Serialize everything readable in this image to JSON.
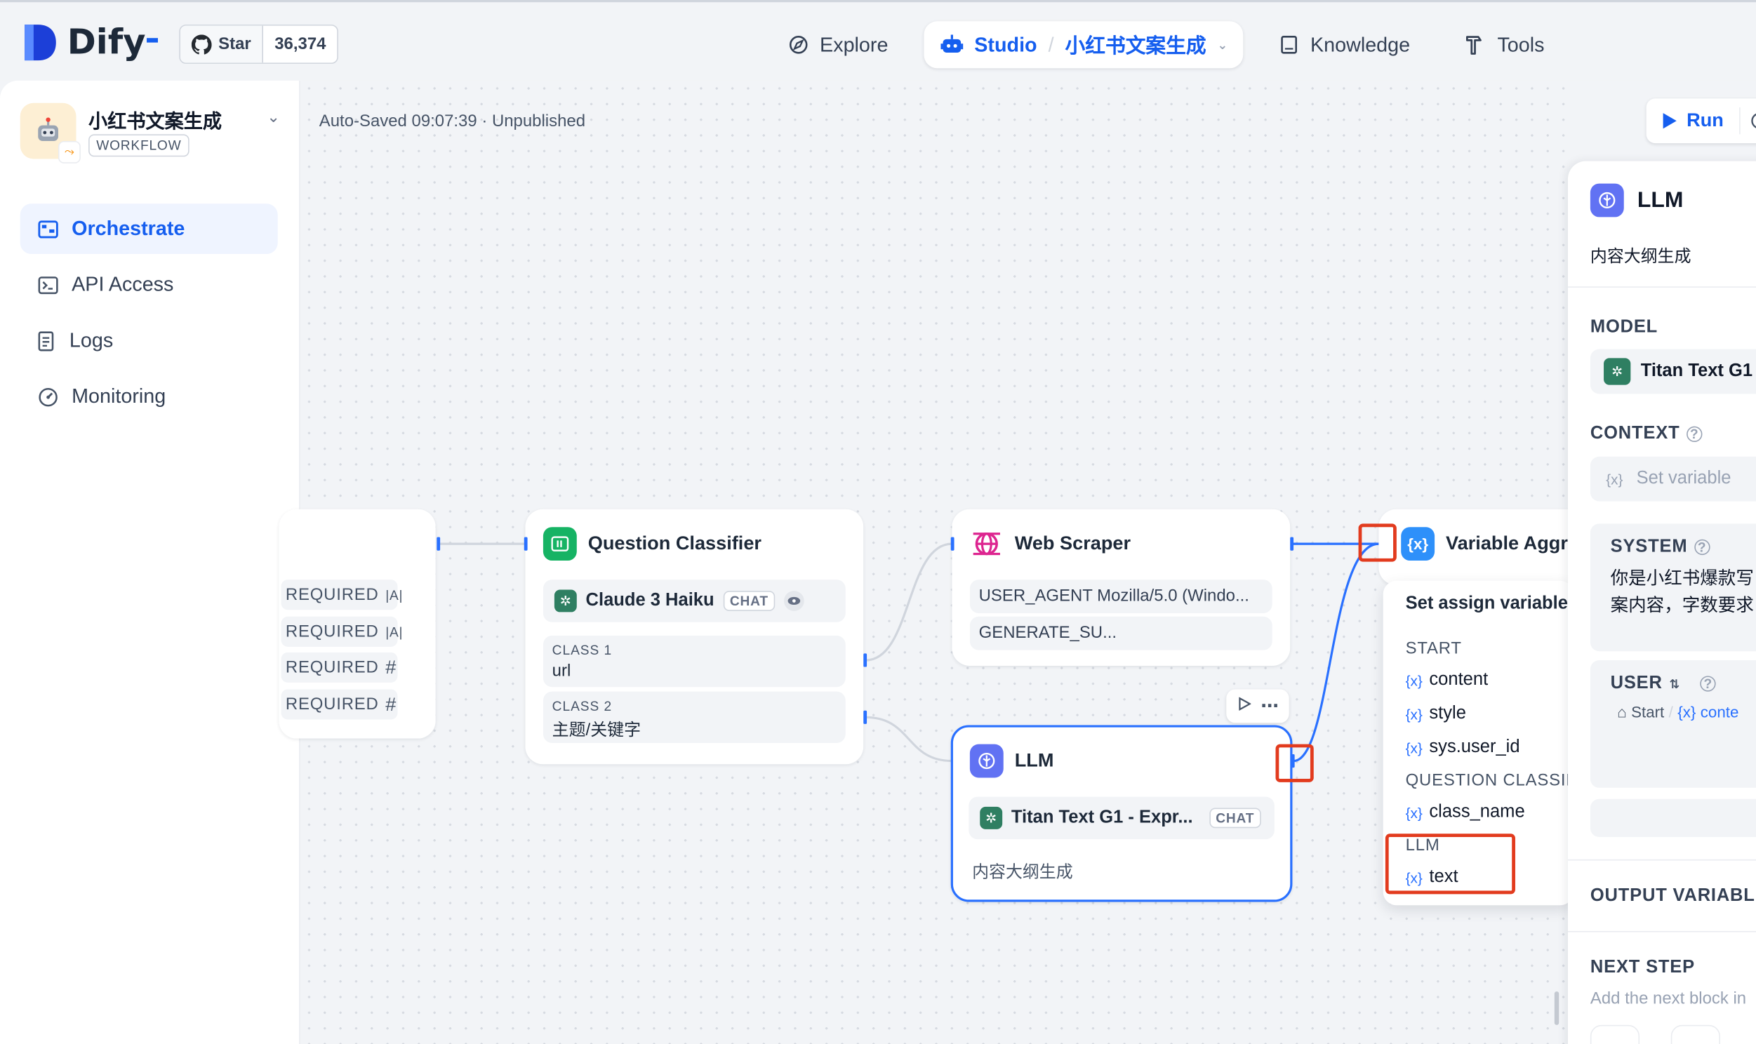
{
  "header": {
    "logo_text": "Dify",
    "github": {
      "star_label": "Star",
      "star_count": "36,374"
    },
    "nav": {
      "explore": "Explore",
      "studio": "Studio",
      "studio_separator": "/",
      "current_app": "小红书文案生成",
      "knowledge": "Knowledge",
      "tools": "Tools"
    }
  },
  "sidebar": {
    "app_name": "小红书文案生成",
    "app_type": "WORKFLOW",
    "items": [
      {
        "label": "Orchestrate",
        "icon": "orchestrate-icon",
        "active": true
      },
      {
        "label": "API Access",
        "icon": "terminal-icon",
        "active": false
      },
      {
        "label": "Logs",
        "icon": "file-list-icon",
        "active": false
      },
      {
        "label": "Monitoring",
        "icon": "dashboard-icon",
        "active": false
      }
    ]
  },
  "canvas": {
    "autosave": "Auto-Saved 09:07:39 · Unpublished",
    "run_label": "Run",
    "start_node": {
      "fields": [
        {
          "label": "REQUIRED",
          "type_icon": "|A|"
        },
        {
          "label": "REQUIRED",
          "type_icon": "|A|"
        },
        {
          "label": "REQUIRED",
          "type_icon": "#"
        },
        {
          "label": "REQUIRED",
          "type_icon": "#"
        }
      ]
    },
    "question_classifier": {
      "title": "Question Classifier",
      "model": "Claude 3 Haiku",
      "model_tag": "CHAT",
      "classes": [
        {
          "label": "CLASS 1",
          "value": "url"
        },
        {
          "label": "CLASS 2",
          "value": "主题/关键字"
        }
      ]
    },
    "web_scraper": {
      "title": "Web Scraper",
      "fields": [
        "USER_AGENT  Mozilla/5.0 (Windo...",
        "GENERATE_SU..."
      ]
    },
    "llm_node": {
      "title": "LLM",
      "model": "Titan Text G1 - Expr...",
      "model_tag": "CHAT",
      "description": "内容大纲生成"
    },
    "variable_aggregator": {
      "title": "Variable Aggre",
      "panel_title": "Set assign variable",
      "sections": [
        {
          "name": "START",
          "vars": [
            "content",
            "style",
            "sys.user_id"
          ]
        },
        {
          "name": "QUESTION CLASSIF",
          "vars": [
            "class_name"
          ]
        },
        {
          "name": "LLM",
          "vars": [
            "text"
          ]
        }
      ],
      "var_icon": "{x}"
    }
  },
  "panel": {
    "title": "LLM",
    "description": "内容大纲生成",
    "model_label": "MODEL",
    "model_value": "Titan Text G1",
    "context_label": "CONTEXT",
    "context_placeholder": "Set variable",
    "system_label": "SYSTEM",
    "system_text": "你是小红书爆款写",
    "system_text2": "案内容，字数要求",
    "user_label": "USER",
    "user_start": "Start",
    "user_var": "conte",
    "output_label": "OUTPUT VARIABLE",
    "next_step_label": "NEXT STEP",
    "next_step_hint": "Add the next block in"
  },
  "colors": {
    "brand": "#155eef",
    "annotation_red": "#e23b1e",
    "classifier_green": "#16b364",
    "llm_purple": "#6172f3",
    "scraper_magenta": "#dd2590"
  }
}
